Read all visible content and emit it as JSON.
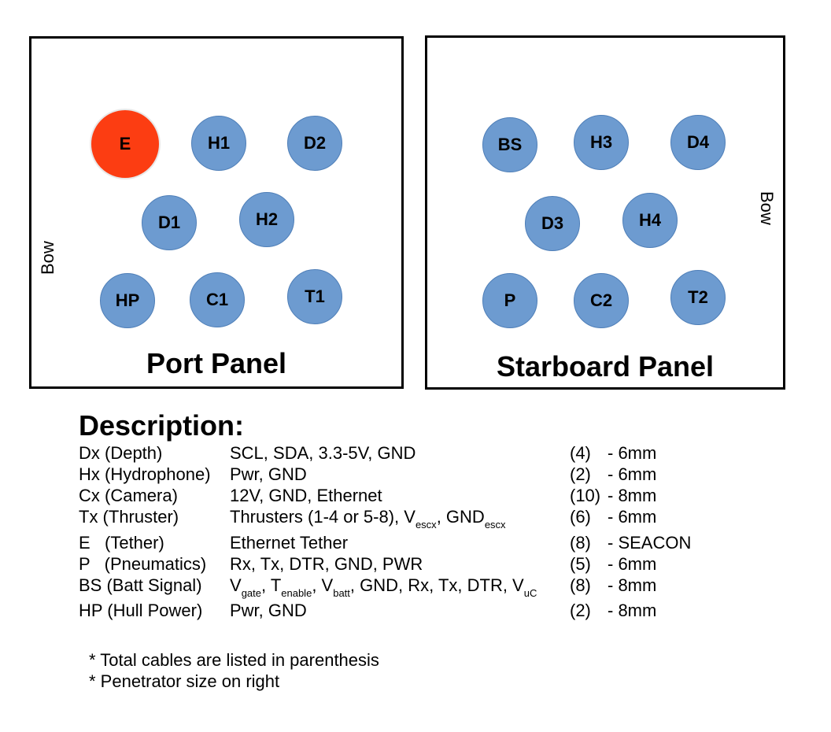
{
  "port_panel": {
    "title": "Port Panel",
    "bow_label": "Bow",
    "connectors": [
      "E",
      "H1",
      "D2",
      "D1",
      "H2",
      "HP",
      "C1",
      "T1"
    ]
  },
  "starboard_panel": {
    "title": "Starboard Panel",
    "bow_label": "Bow",
    "connectors": [
      "BS",
      "H3",
      "D4",
      "D3",
      "H4",
      "P",
      "C2",
      "T2"
    ]
  },
  "colors": {
    "connector": "#6d9bd0",
    "tether": "#fc3d12"
  },
  "description": {
    "heading": "Description:",
    "rows": [
      {
        "name": "Dx (Depth)",
        "signals": "SCL, SDA, 3.3-5V, GND",
        "cables": "(4)",
        "size": "- 6mm"
      },
      {
        "name": "Hx (Hydrophone)",
        "signals": "Pwr, GND",
        "cables": "(2)",
        "size": "- 6mm"
      },
      {
        "name": "Cx (Camera)",
        "signals": "12V, GND, Ethernet",
        "cables": "(10)",
        "size": "- 8mm"
      },
      {
        "name": "Tx (Thruster)",
        "signals_parts": [
          "Thrusters (1-4 or 5-8), V",
          "escx",
          ", GND",
          "escx"
        ],
        "cables": "(6)",
        "size": "- 6mm"
      },
      {
        "name": "E   (Tether)",
        "signals": "Ethernet Tether",
        "cables": "(8)",
        "size": "- SEACON"
      },
      {
        "name": "P   (Pneumatics)",
        "signals": "Rx, Tx, DTR, GND, PWR",
        "cables": "(5)",
        "size": "- 6mm"
      },
      {
        "name": "BS (Batt Signal)",
        "signals_parts": [
          "V",
          "gate",
          ", T",
          "enable",
          ", V",
          "batt",
          ", GND, Rx, Tx, DTR, V",
          "uC"
        ],
        "cables": "(8)",
        "size": "- 8mm"
      },
      {
        "name": "HP (Hull Power)",
        "signals": "Pwr, GND",
        "cables": "(2)",
        "size": "- 8mm"
      }
    ]
  },
  "notes": [
    "* Total cables are listed in parenthesis",
    "* Penetrator size on right"
  ]
}
